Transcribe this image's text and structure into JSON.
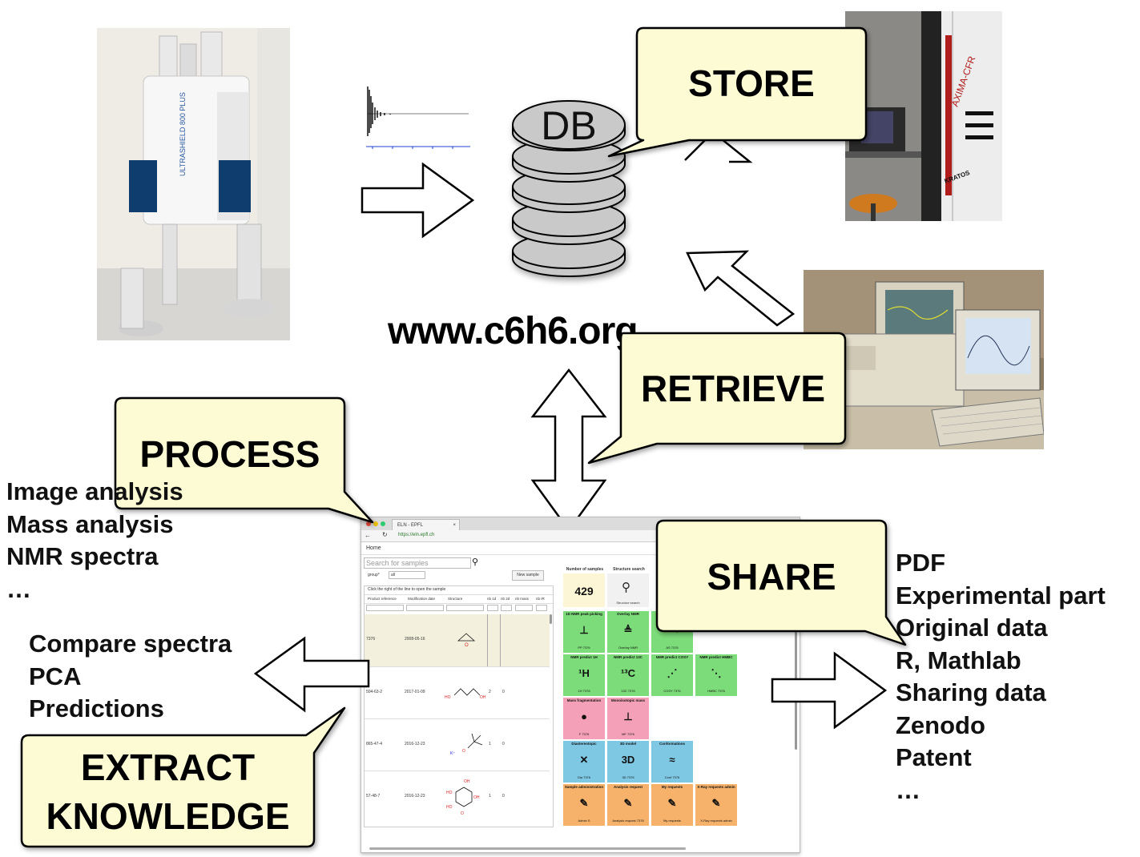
{
  "db_label": "DB",
  "site_url": "www.c6h6.org",
  "bubbles": {
    "store": "STORE",
    "retrieve": "RETRIEVE",
    "process": "PROCESS",
    "share": "SHARE",
    "extract_line1": "EXTRACT",
    "extract_line2": "KNOWLEDGE"
  },
  "process_list": [
    "Image analysis",
    "Mass analysis",
    "NMR spectra",
    "…"
  ],
  "extract_list": [
    "Compare spectra",
    "PCA",
    "Predictions"
  ],
  "share_list": [
    "PDF",
    "Experimental part",
    "Original data",
    "R, Mathlab",
    "Sharing data",
    "Zenodo",
    "Patent",
    "…"
  ],
  "instrument_labels": {
    "nmr_magnet": "ULTRASHIELD 800 PLUS",
    "mass_spec": "AXIMA-CFR",
    "mass_spec_brand": "KRATOS"
  },
  "browser": {
    "tab_title": "ELN - EPFL",
    "url": "https://eln.epfl.ch",
    "home_label": "Home",
    "search_placeholder": "Search for samples",
    "group_label": "group*",
    "group_value": "all",
    "new_sample": "New sample",
    "table_hint": "Click the right of the line to open the sample",
    "columns": [
      "Product reference",
      "Modification date",
      "Structure",
      "nb 1d",
      "nb 2d",
      "nb mass",
      "nb IR"
    ],
    "rows": [
      {
        "ref": "7376",
        "date": "2008-05-16",
        "n1": "",
        "n2": ""
      },
      {
        "ref": "504-63-2",
        "date": "2017-01-09",
        "n1": "2",
        "n2": "0"
      },
      {
        "ref": "865-47-4",
        "date": "2016-12-23",
        "n1": "1",
        "n2": "0"
      },
      {
        "ref": "57-48-7",
        "date": "2016-12-23",
        "n1": "1",
        "n2": "0"
      }
    ],
    "tiles_header": {
      "samples": "Number of samples",
      "structure": "Structure search",
      "count": "429",
      "structure_sub": "Structure search"
    },
    "tiles": [
      {
        "title": "1D NMR peak picking",
        "icon": "⊥",
        "sub": "PP 7376",
        "color": "#7ddc7a"
      },
      {
        "title": "Overlay NMR",
        "icon": "≜",
        "sub": "Overlay NMR",
        "color": "#7ddc7a"
      },
      {
        "title": "",
        "icon": "⟶",
        "sub": "AS 7376",
        "color": "#7ddc7a"
      },
      {
        "title": "NMR predict 1H",
        "icon": "¹H",
        "sub": "1H 7376",
        "color": "#7ddc7a"
      },
      {
        "title": "NMR predict 13C",
        "icon": "¹³C",
        "sub": "13C 7376",
        "color": "#7ddc7a"
      },
      {
        "title": "NMR predict COSY",
        "icon": "⋰",
        "sub": "COSY 7376",
        "color": "#7ddc7a"
      },
      {
        "title": "NMR predict HMBC",
        "icon": "⋱",
        "sub": "HMBC 7376",
        "color": "#7ddc7a"
      },
      {
        "title": "Mass fragmentation",
        "icon": "●",
        "sub": "F 7376",
        "color": "#f4a0b8"
      },
      {
        "title": "Monoisotopic mass",
        "icon": "⊥",
        "sub": "MF 7376",
        "color": "#f4a0b8"
      },
      {
        "title": "Diastereotopic",
        "icon": "✕",
        "sub": "Dia 7376",
        "color": "#7ec8e3"
      },
      {
        "title": "3D model",
        "icon": "3D",
        "sub": "3D 7376",
        "color": "#7ec8e3"
      },
      {
        "title": "Conformations",
        "icon": "≈",
        "sub": "Conf 7376",
        "color": "#7ec8e3"
      },
      {
        "title": "Sample administration",
        "icon": "✎",
        "sub": "Admin S",
        "color": "#f6b26b"
      },
      {
        "title": "Analysis request",
        "icon": "✎",
        "sub": "Analysis request 7376",
        "color": "#f6b26b"
      },
      {
        "title": "My requests",
        "icon": "✎",
        "sub": "My requests",
        "color": "#f6b26b"
      },
      {
        "title": "X-Ray requests admin",
        "icon": "✎",
        "sub": "X-Ray requests admin",
        "color": "#f6b26b"
      }
    ]
  },
  "colors": {
    "bubble_fill": "#fdfbd3",
    "db_disk": "#c9c9c9",
    "arrow_fill": "#ffffff",
    "spectrum_axis": "#1f3fd0"
  }
}
